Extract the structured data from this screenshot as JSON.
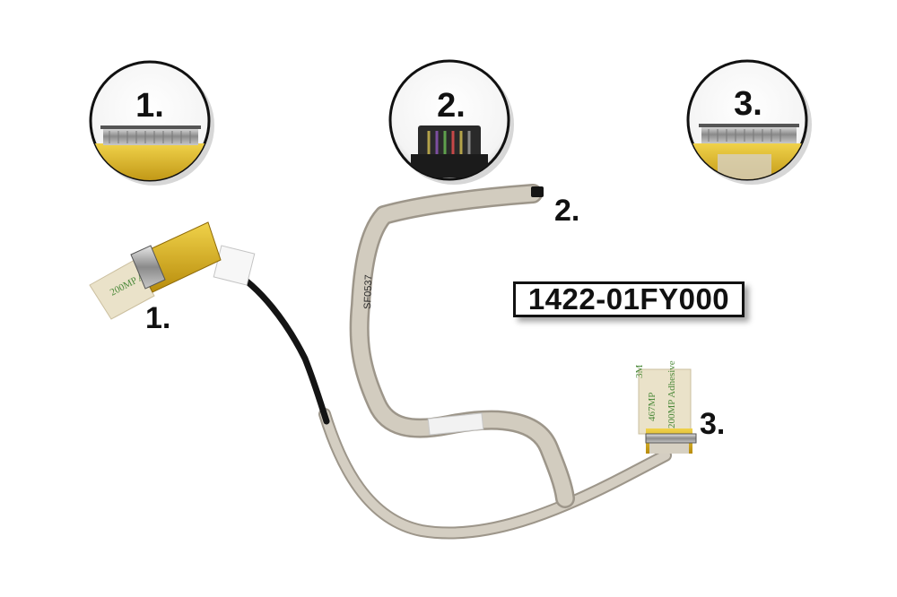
{
  "product": {
    "part_number": "1422-01FY000",
    "cable_print": "SF0537"
  },
  "detail_circles": [
    {
      "label": "1."
    },
    {
      "label": "2."
    },
    {
      "label": "3."
    }
  ],
  "callouts": {
    "connector_1": "1.",
    "connector_2": "2.",
    "connector_3": "3."
  },
  "tape_print": {
    "line_1": "3M",
    "line_2": "467MP",
    "line_3": "200MP Adhesive"
  },
  "colors": {
    "background": "#ffffff",
    "cable_grey": "#cfc9bd",
    "cable_edge": "#9d968a",
    "kapton_yellow": "#d8b21c",
    "black_wire": "#141414",
    "tape_beige": "#eae2c9"
  }
}
